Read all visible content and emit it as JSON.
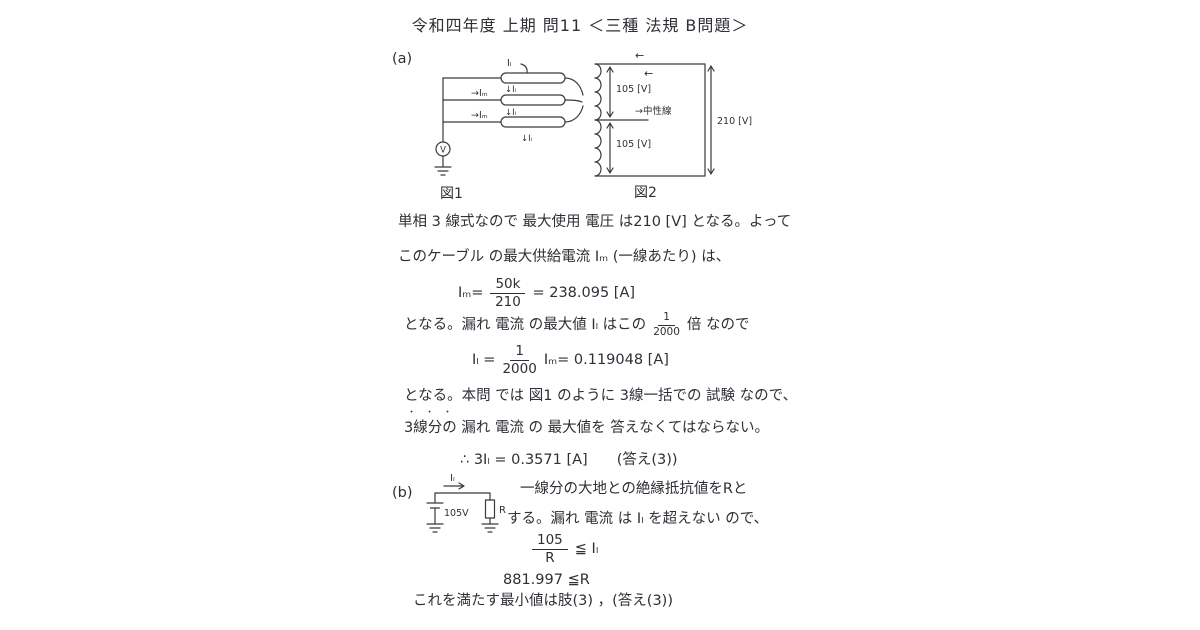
{
  "title": "令和四年度 上期 問11 ＜三種 法規 B問題＞",
  "a": {
    "label": "(a)",
    "fig1": {
      "caption": "図1",
      "source_label": "V",
      "i_top": "Iₗ",
      "im2": "→Iₘ",
      "il2": "↓Iₗ",
      "im3": "→Iₘ",
      "il3": "↓Iₗ",
      "il_bottom": "↓Iₗ"
    },
    "fig2": {
      "caption": "図2",
      "arrow_top": "←",
      "arrow_inner": "←",
      "v_top": "105 [V]",
      "neutral": "→中性線",
      "v_bottom": "105 [V]",
      "v_total": "210 [V]"
    },
    "line1": "単相 3 線式なので 最大使用 電圧 は210 [V] となる。よって",
    "line2": "このケーブル の最大供給電流 Iₘ (一線あたり) は、",
    "formula1": {
      "lhs": "Iₘ=",
      "num": "50k",
      "den": "210",
      "rhs": "= 238.095 [A]"
    },
    "line3a": "となる。漏れ 電流 の最大値 Iₗ  はこの",
    "frac3": {
      "num": "1",
      "den": "2000"
    },
    "line3b": "倍 なので",
    "formula2": {
      "lhs": "Iₗ =",
      "num": "1",
      "den": "2000",
      "rhs": "Iₘ=  0.119048 [A]"
    },
    "line4": "となる。本問 では 図1 のように 3線一括での 試験 なので、",
    "dots": "・・・",
    "line5": "3線分の 漏れ 電流 の 最大値を 答えなくてはならない。",
    "conclusion": "∴ 3Iₗ =  0.3571 [A]　　(答え(3))"
  },
  "b": {
    "label": "(b)",
    "fig": {
      "current": "Iₗ",
      "voltage": "105V",
      "resistor": "R"
    },
    "line1": "一線分の大地との絶縁抵抗値をRと",
    "line2": "する。漏れ 電流 は Iₗ を超えない ので、",
    "formula": {
      "num": "105",
      "den": "R",
      "rhs": "≦ Iₗ"
    },
    "line3": "881.997 ≦R",
    "line4": "これを満たす最小値は肢(3) ，(答え(3))"
  }
}
